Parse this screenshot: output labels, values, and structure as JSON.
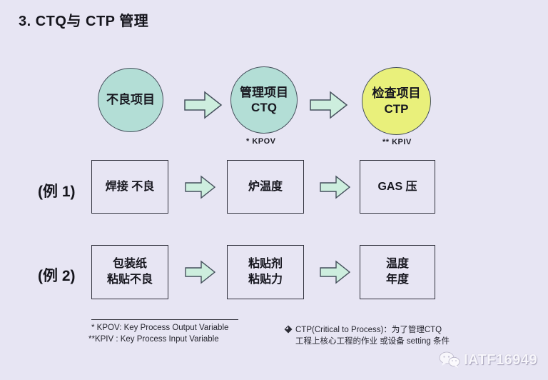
{
  "title": "3. CTQ与 CTP 管理",
  "colors": {
    "background": "#e7e5f3",
    "circle_teal": "#b3ded6",
    "circle_yellow": "#e9f07b",
    "arrow_fill": "#cdeede",
    "outline": "#45505c",
    "text": "#17171f"
  },
  "flow": {
    "circles": [
      {
        "line1": "不良项目"
      },
      {
        "line1": "管理项目",
        "line2": "CTQ",
        "note": "* KPOV"
      },
      {
        "line1": "检查项目",
        "line2": "CTP",
        "note": "** KPIV"
      }
    ]
  },
  "examples": [
    {
      "label": "(例 1)",
      "boxes": [
        {
          "line1": "焊接 不良"
        },
        {
          "line1": "炉温度"
        },
        {
          "line1": "GAS 压"
        }
      ]
    },
    {
      "label": "(例 2)",
      "boxes": [
        {
          "line1": "包装纸",
          "line2": "粘贴不良"
        },
        {
          "line1": "粘贴剂",
          "line2": "粘贴力"
        },
        {
          "line1": "温度",
          "line2": "年度"
        }
      ]
    }
  ],
  "footnotes": {
    "left_line1": "*  KPOV: Key Process Output Variable",
    "left_line2": "**KPIV : Key Process Input Variable",
    "right_line1": "CTP(Critical  to Process)：为了管理CTQ",
    "right_line2": "工程上核心工程的作业 或设备 setting 条件"
  },
  "watermark": {
    "text": "IATF16949"
  }
}
